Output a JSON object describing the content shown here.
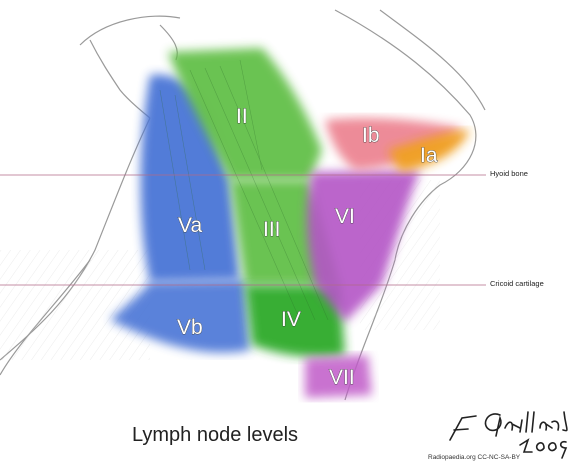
{
  "title": "Lymph node levels",
  "signature": "F Gaillard 2009",
  "credit": "Radiopaedia.org CC-NC-SA-BY",
  "reference_lines": [
    {
      "label": "Hyoid bone"
    },
    {
      "label": "Cricoid cartilage"
    }
  ],
  "levels": [
    {
      "label": "Ia",
      "color": "#f0a020"
    },
    {
      "label": "Ib",
      "color": "#ec7f8d"
    },
    {
      "label": "II",
      "color": "#63c04a"
    },
    {
      "label": "III",
      "color": "#63c04a"
    },
    {
      "label": "IV",
      "color": "#2faa2a"
    },
    {
      "label": "Va",
      "color": "#4a74d6"
    },
    {
      "label": "Vb",
      "color": "#4a74d6"
    },
    {
      "label": "VI",
      "color": "#b455c6"
    },
    {
      "label": "VII",
      "color": "#c05ac8"
    }
  ]
}
